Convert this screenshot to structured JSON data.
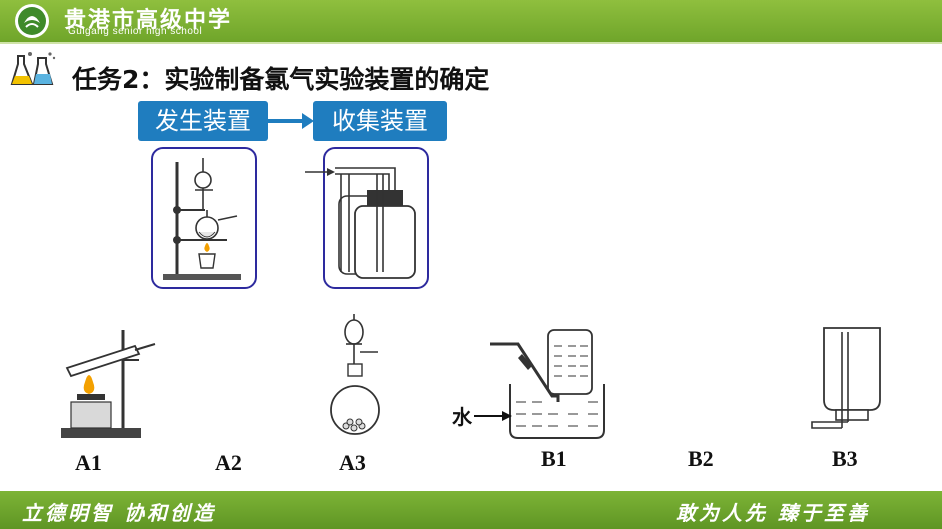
{
  "header": {
    "school_cn": "贵港市高级中学",
    "school_en": "Guigang senior high school",
    "logo_icon": "school-logo-icon",
    "bar_color": "#7bb032"
  },
  "task": {
    "icon": "chemistry-flask-icon",
    "title": "任务2：实验制备氯气实验装置的确定"
  },
  "flow": {
    "generation_label": "发生装置",
    "collection_label": "收集装置",
    "arrow_icon": "right-arrow-icon",
    "tag_color": "#1f7dbf",
    "frame_color": "#2d2a9e"
  },
  "apparatus": {
    "a1_label": "A1",
    "a2_label": "A2",
    "a3_label": "A3",
    "b1_label": "B1",
    "b2_label": "B2",
    "b3_label": "B3",
    "water_label": "水"
  },
  "footer": {
    "motto_left": "立德明智  协和创造",
    "motto_right": "敢为人先  臻于至善"
  }
}
